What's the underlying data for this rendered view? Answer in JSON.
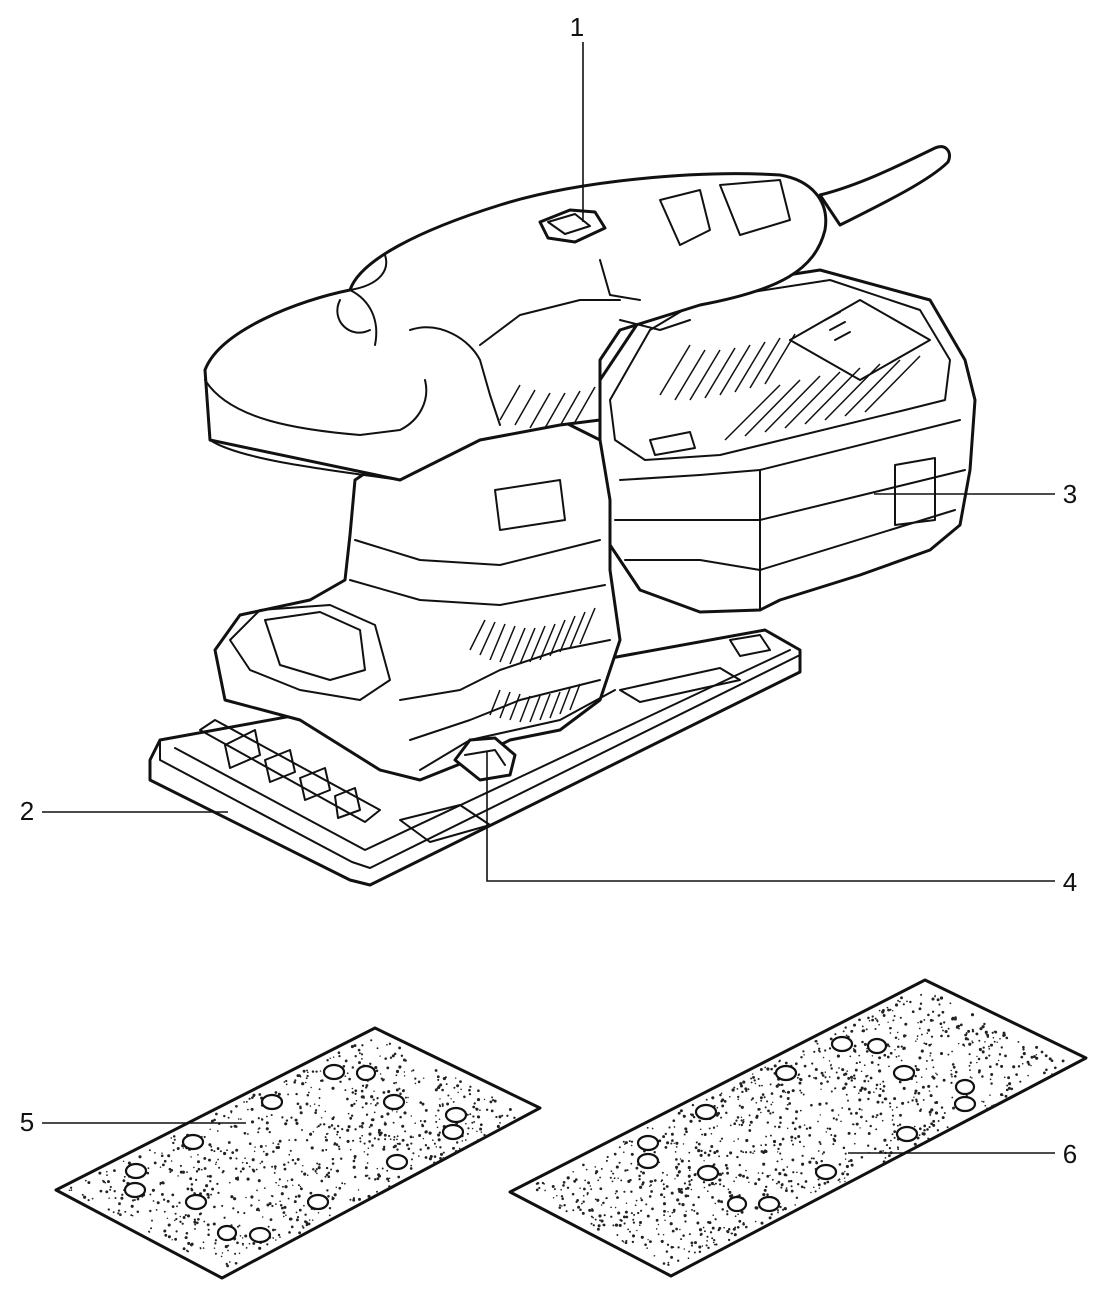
{
  "callouts": [
    {
      "id": "1",
      "label": "1"
    },
    {
      "id": "2",
      "label": "2"
    },
    {
      "id": "3",
      "label": "3"
    },
    {
      "id": "4",
      "label": "4"
    },
    {
      "id": "5",
      "label": "5"
    },
    {
      "id": "6",
      "label": "6"
    }
  ],
  "colors": {
    "ink": "#111111",
    "background": "#ffffff"
  }
}
